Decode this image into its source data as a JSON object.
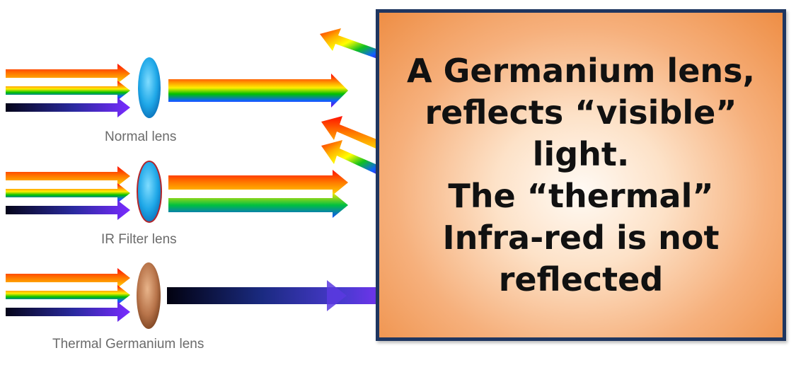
{
  "captions": {
    "normal": "Normal lens",
    "ir": "IR Filter lens",
    "thermal": "Thermal Germanium lens"
  },
  "callout": {
    "lines": [
      "A Germanium lens,",
      "reflects “visible”",
      "light.",
      "The “thermal”",
      "Infra-red is not",
      "reflected"
    ]
  },
  "colors": {
    "spectrum": [
      "#ff0000",
      "#ff7f00",
      "#ffff00",
      "#00c000",
      "#0070ff",
      "#7a00ff"
    ],
    "callout_border": "#1f3660",
    "callout_fill": "#ee8e45",
    "lens_normal": "#1fa8e8",
    "lens_ir_outline": "#b3262b",
    "lens_germanium": "#b8744a",
    "infrared_dark": "#05051a",
    "infrared_light": "#6a2bd6"
  }
}
